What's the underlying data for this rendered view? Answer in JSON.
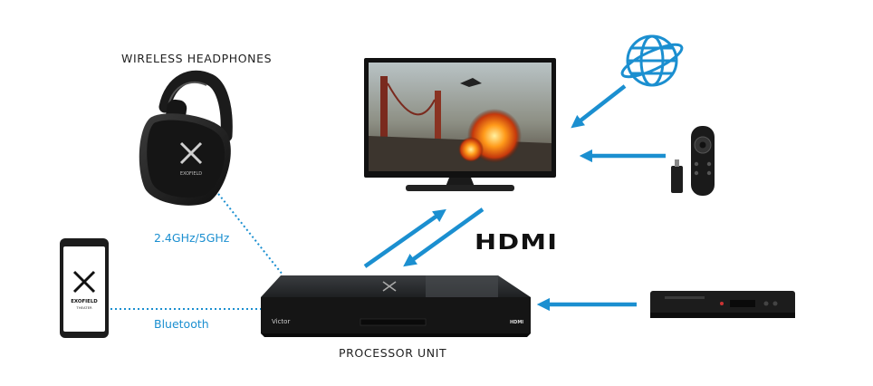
{
  "labels": {
    "headphones": "WIRELESS HEADPHONES",
    "frequency": "2.4GHz/5GHz",
    "bluetooth": "Bluetooth",
    "processor": "PROCESSOR UNIT",
    "hdmi": "HDMI"
  },
  "branding": {
    "exofield": "EXOFIELD",
    "theater": "THEATER",
    "victor": "Victor"
  },
  "icons": {
    "internet": "globe-icon",
    "streaming_stick": "streaming-stick-icon",
    "remote": "remote-icon",
    "player": "bluray-player-icon"
  },
  "colors": {
    "accent": "#1b8fd0",
    "device": "#1a1a1a"
  }
}
